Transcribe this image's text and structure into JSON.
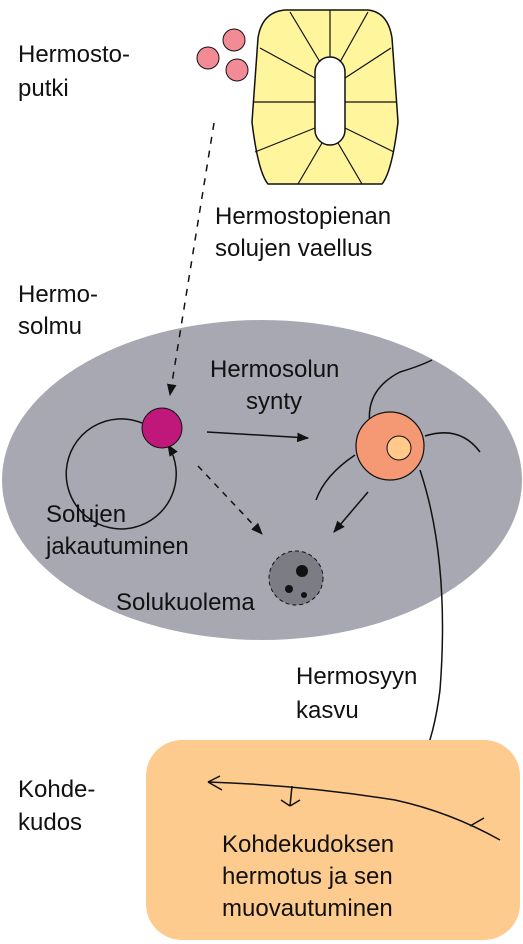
{
  "labels": {
    "neural_tube": [
      "Hermosto-",
      "putki"
    ],
    "migration": [
      "Hermostopienan",
      "solujen vaellus"
    ],
    "ganglion": [
      "Hermo-",
      "solmu"
    ],
    "neurogenesis": [
      "Hermosolun",
      "synty"
    ],
    "division": [
      "Solujen",
      "jakautuminen"
    ],
    "apoptosis": "Solukuolema",
    "axon_growth": [
      "Hermosyyn",
      "kasvu"
    ],
    "target": [
      "Kohde-",
      "kudos"
    ],
    "target_text": [
      "Kohdekudoksen",
      "hermotus ja sen",
      "muovautuminen"
    ]
  },
  "colors": {
    "neural_tube_fill": "#FFF59D",
    "migrating_cells": "#F28B95",
    "ganglion_fill": "#A8A8B3",
    "dividing_cell": "#C0177A",
    "neuron_body": "#F59874",
    "neuron_nucleus": "#FFC98A",
    "dying_cell": "#7C7C84",
    "target_fill": "#FDCB8D",
    "line": "#111111"
  }
}
